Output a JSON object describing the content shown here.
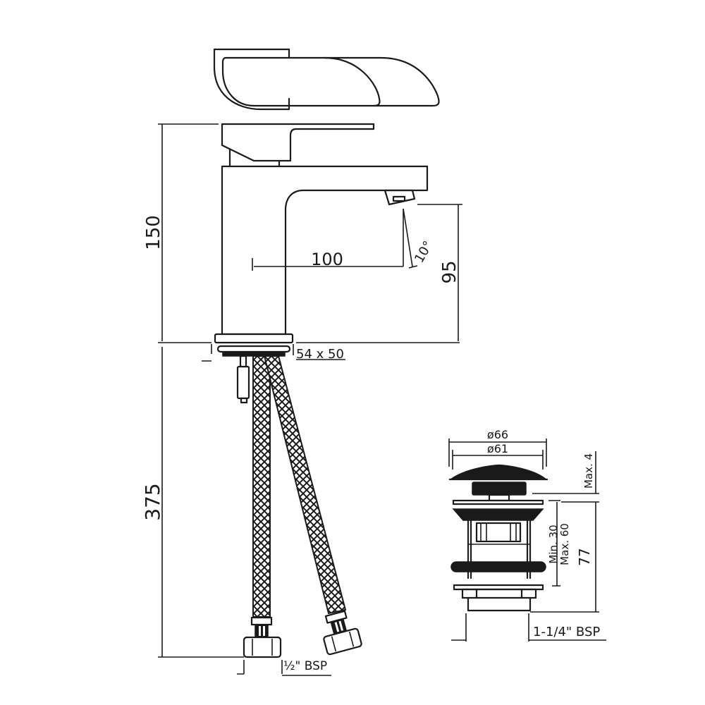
{
  "drawing": {
    "title": "Basin mixer tap and click-clack waste technical drawing",
    "units": "mm",
    "stroke_color": "#1a1a1a",
    "background": "#ffffff"
  },
  "tap": {
    "dimensions": {
      "height": "150",
      "spout_reach": "100",
      "spout_height": "95",
      "spout_angle": "10°",
      "base_plate": "54 x 50",
      "hose_length": "375",
      "hose_connector": "½\" BSP"
    }
  },
  "waste": {
    "dimensions": {
      "cap_outer_diameter": "ø66",
      "cap_inner_diameter": "ø61",
      "cap_lift": "Max. 4",
      "basin_thickness_min": "Min. 30",
      "basin_thickness_max": "Max. 60",
      "body_height": "77",
      "thread": "1-1/4\" BSP"
    }
  }
}
